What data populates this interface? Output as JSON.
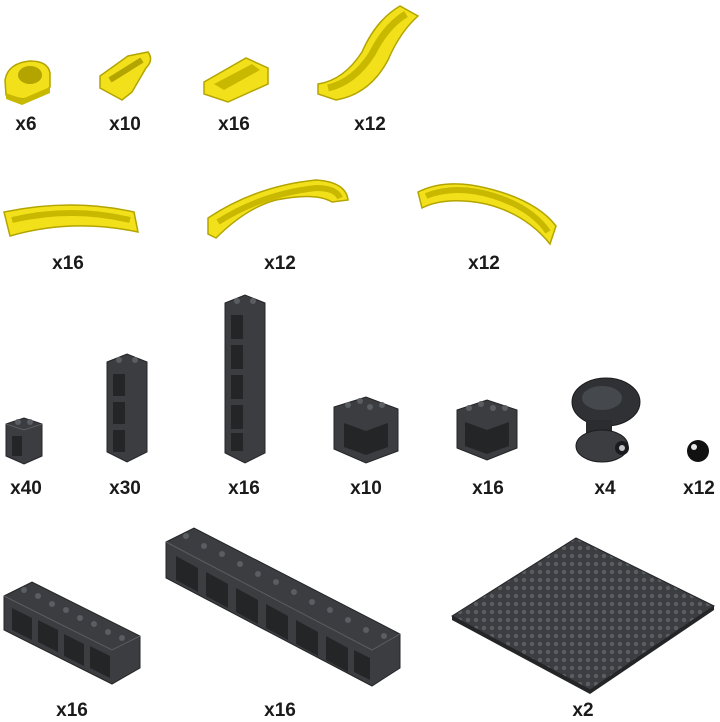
{
  "colors": {
    "yellow": "#f2e11a",
    "yellow_dark": "#b3a400",
    "yellow_light": "#fff36a",
    "gray": "#3b3d40",
    "gray_dark": "#232527",
    "gray_light": "#5a5d61",
    "text": "#1a1a1a"
  },
  "pieces": [
    {
      "id": "yellow-end-cap",
      "icon": "yellow-end-cap-icon",
      "label": "x6"
    },
    {
      "id": "yellow-short-curve",
      "icon": "yellow-short-curve-icon",
      "label": "x10"
    },
    {
      "id": "yellow-straight-channel",
      "icon": "yellow-straight-channel-icon",
      "label": "x16"
    },
    {
      "id": "yellow-slope-ramp",
      "icon": "yellow-slope-ramp-icon",
      "label": "x12"
    },
    {
      "id": "yellow-long-curve",
      "icon": "yellow-long-curve-icon",
      "label": "x16"
    },
    {
      "id": "yellow-arch-curve",
      "icon": "yellow-arch-curve-icon",
      "label": "x12"
    },
    {
      "id": "yellow-bend-curve",
      "icon": "yellow-bend-curve-icon",
      "label": "x12"
    },
    {
      "id": "gray-single-block",
      "icon": "gray-single-block-icon",
      "label": "x40"
    },
    {
      "id": "gray-triple-tower",
      "icon": "gray-triple-tower-icon",
      "label": "x30"
    },
    {
      "id": "gray-tall-tower",
      "icon": "gray-tall-tower-icon",
      "label": "x16"
    },
    {
      "id": "gray-bridge-block",
      "icon": "gray-bridge-block-icon",
      "label": "x10"
    },
    {
      "id": "gray-double-block",
      "icon": "gray-double-block-icon",
      "label": "x16"
    },
    {
      "id": "gray-motor",
      "icon": "motor-icon",
      "label": "x4"
    },
    {
      "id": "gray-ball",
      "icon": "ball-icon",
      "label": "x12"
    },
    {
      "id": "gray-long-beam",
      "icon": "gray-long-beam-icon",
      "label": "x16"
    },
    {
      "id": "gray-extra-long-beam",
      "icon": "gray-extra-long-beam-icon",
      "label": "x16"
    },
    {
      "id": "gray-baseplate",
      "icon": "baseplate-icon",
      "label": "x2"
    }
  ]
}
